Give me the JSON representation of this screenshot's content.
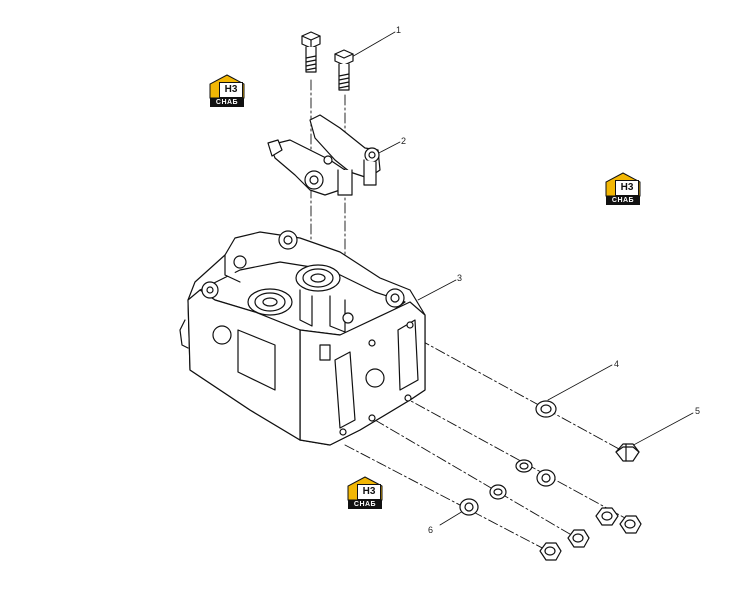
{
  "callouts": [
    {
      "id": "1",
      "label": "1"
    },
    {
      "id": "2",
      "label": "2"
    },
    {
      "id": "3",
      "label": "3"
    },
    {
      "id": "4",
      "label": "4"
    },
    {
      "id": "5",
      "label": "5"
    },
    {
      "id": "6",
      "label": "6"
    }
  ],
  "watermark": {
    "code": "H3",
    "text": "CHAБ",
    "accent_color": "#f2b705"
  }
}
